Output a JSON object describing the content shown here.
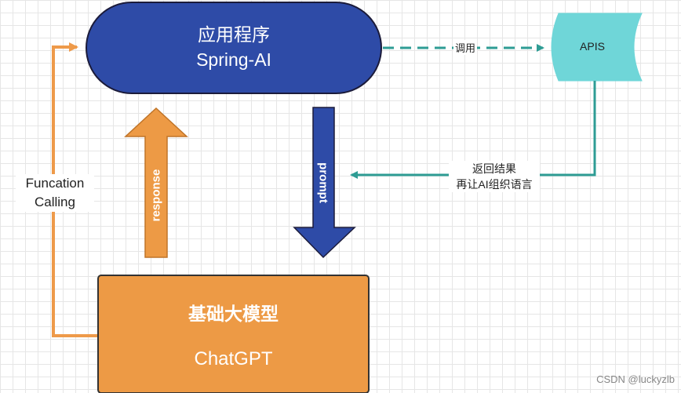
{
  "app": {
    "title": "应用程序",
    "subtitle": "Spring-AI"
  },
  "apis": {
    "label": "APIS"
  },
  "edges": {
    "call": "调用",
    "return_line1": "返回结果",
    "return_line2": "再让AI组织语言",
    "function_calling_line1": "Funcation",
    "function_calling_line2": "Calling",
    "response": "response",
    "prompt": "prompt"
  },
  "model": {
    "title": "基础大模型",
    "name": "ChatGPT"
  },
  "watermark": "CSDN @luckyzlb",
  "colors": {
    "app_fill": "#2e4ba7",
    "apis_fill": "#6fd6d8",
    "model_fill": "#ed9a45",
    "response_arrow": "#ed9a45",
    "prompt_arrow": "#2e4ba7",
    "teal_arrow": "#2e9c94",
    "orange_line": "#ee9a4a"
  }
}
